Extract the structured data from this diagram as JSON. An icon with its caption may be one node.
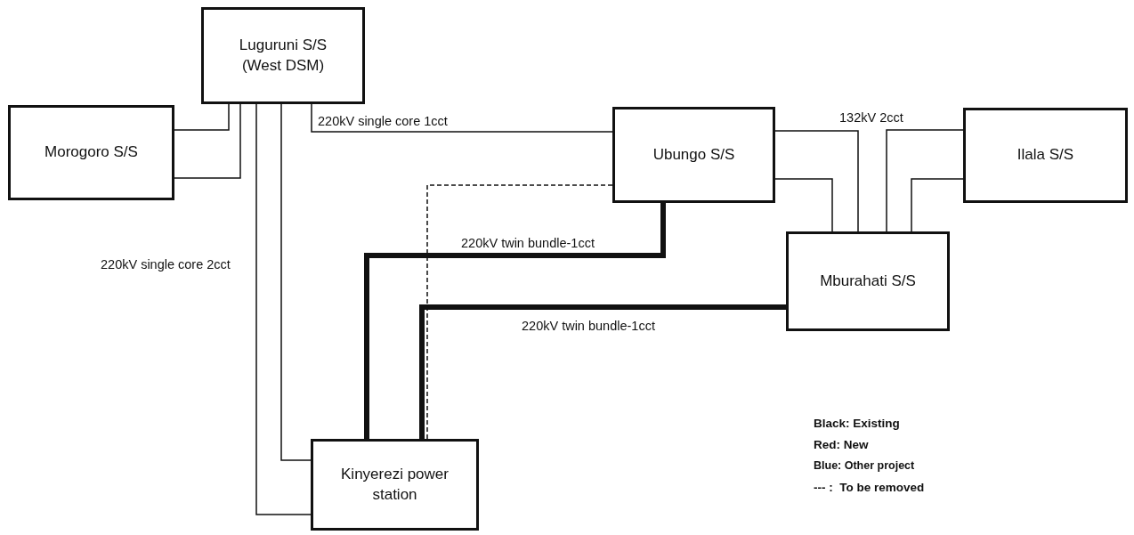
{
  "diagram": {
    "nodes": [
      {
        "text": [
          "Luguruni S/S (West DSM)"
        ]
      },
      {
        "text": [
          "Morogoro S/S"
        ]
      },
      {
        "text": [
          "Ubungo S/S"
        ]
      },
      {
        "text": [
          "Ilala S/S"
        ]
      },
      {
        "text": [
          "Mburahati S/S"
        ]
      },
      {
        "text": [
          "Kinyerezi power station"
        ]
      }
    ],
    "edges": [
      {
        "from": 0,
        "to": 1,
        "arrow": "none"
      },
      {
        "from": 0,
        "to": 1,
        "arrow": "none"
      },
      {
        "from": 0,
        "to": 5,
        "arrow": "none",
        "label": "220kV single core 2cct"
      },
      {
        "from": 0,
        "to": 5,
        "arrow": "none"
      },
      {
        "from": 0,
        "to": 2,
        "arrow": "none",
        "label": "220kV single core 1cct"
      },
      {
        "from": 2,
        "to": 5,
        "arrow": "none",
        "style": "dashed"
      },
      {
        "from": 2,
        "to": 5,
        "arrow": "none",
        "style": "thick",
        "label": "220kV twin bundle-1cct"
      },
      {
        "from": 4,
        "to": 5,
        "arrow": "none",
        "style": "thick",
        "label": "220kV twin bundle-1cct"
      },
      {
        "from": 2,
        "to": 4,
        "arrow": "none",
        "label": "132kV 2cct"
      },
      {
        "from": 2,
        "to": 4,
        "arrow": "none"
      },
      {
        "from": 3,
        "to": 4,
        "arrow": "none"
      },
      {
        "from": 3,
        "to": 4,
        "arrow": "none"
      }
    ],
    "labels": [
      "Black: Existing",
      "Red: New",
      "Blue: Other project",
      "--- :  To be removed"
    ]
  }
}
